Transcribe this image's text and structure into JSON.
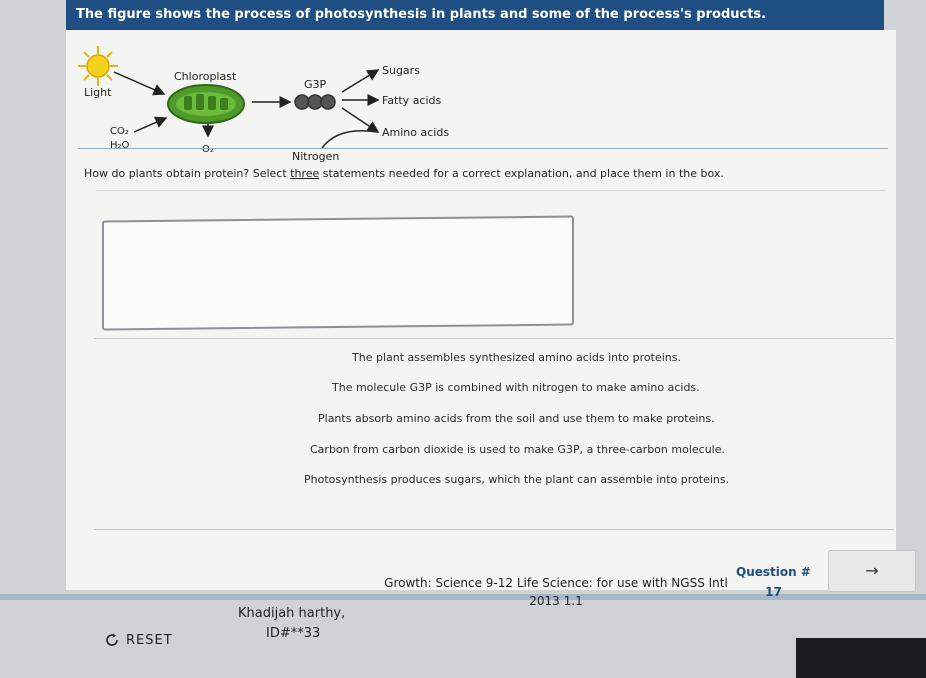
{
  "header": {
    "title": "The figure shows the process of photosynthesis in plants and some of the process's products."
  },
  "figure": {
    "light": "Light",
    "chloroplast": "Chloroplast",
    "g3p": "G3P",
    "inputs": [
      "CO₂",
      "H₂O"
    ],
    "o2": "O₂",
    "nitrogen": "Nitrogen",
    "products": [
      "Sugars",
      "Fatty acids",
      "Amino acids"
    ]
  },
  "question": {
    "prefix": "How do plants obtain protein? Select ",
    "emphasis": "three",
    "suffix": " statements needed for a correct explanation, and place them in the box."
  },
  "options": [
    "The plant assembles synthesized amino acids into proteins.",
    "The molecule G3P is combined with nitrogen to make amino acids.",
    "Plants absorb amino acids from the soil and use them to make proteins.",
    "Carbon from carbon dioxide is used to make G3P, a three-carbon molecule.",
    "Photosynthesis produces sugars, which the plant can assemble into proteins."
  ],
  "footer": {
    "reset_label": "RESET",
    "student_name": "Khadijah harthy,",
    "student_id": "ID#**33",
    "book_line1": "Growth: Science 9-12 Life Science: for use with NGSS Intl",
    "book_line2": "2013 1.1",
    "question_label": "Question #",
    "question_number": "17",
    "next_icon": "→"
  },
  "colors": {
    "header_bg": "#1f4f82",
    "chloroplast": "#4f9a2a",
    "sun": "#f2d21a"
  }
}
